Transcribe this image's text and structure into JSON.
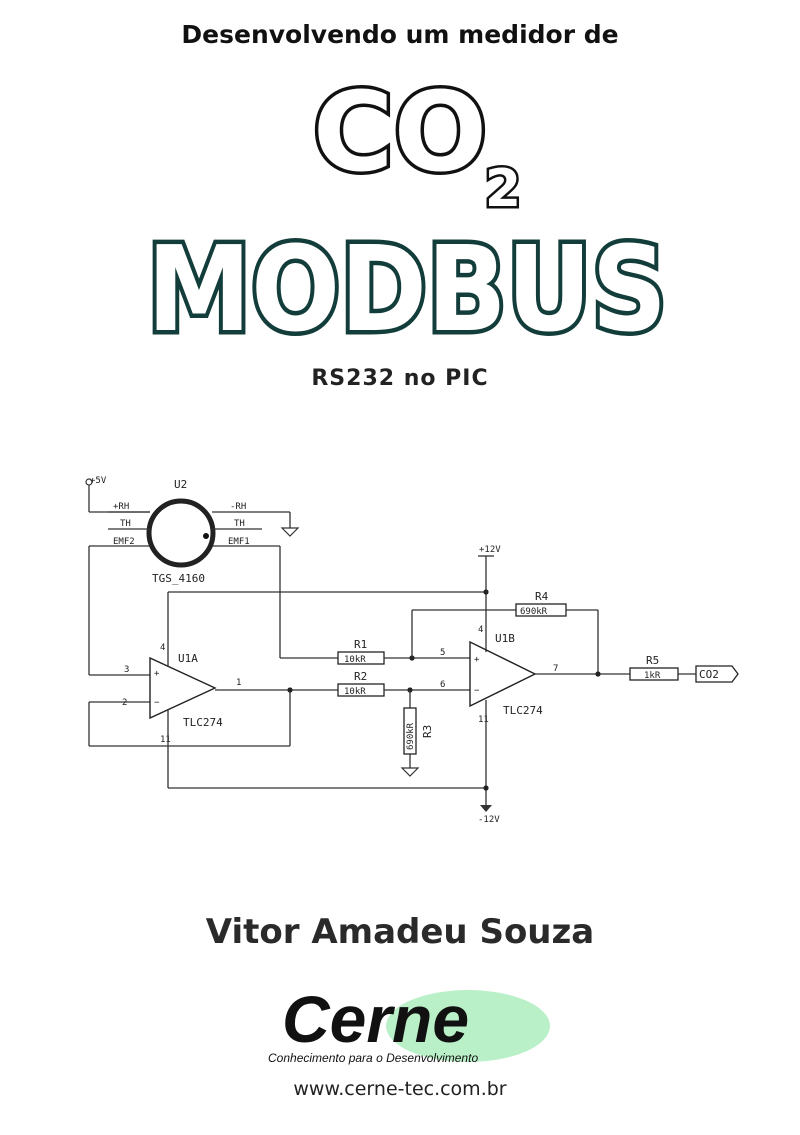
{
  "cover": {
    "subtitle_top": "Desenvolvendo um medidor de",
    "co2_main": "CO",
    "co2_sub": "2",
    "modbus": "MODBUS",
    "tagline": "RS232 no PIC",
    "author": "Vitor Amadeu Souza"
  },
  "publisher": {
    "name": "Cerne",
    "slogan": "Conhecimento para o Desenvolvimento",
    "website": "www.cerne-tec.com.br",
    "accent_color": "#b9f0c8"
  },
  "schematic": {
    "sensor_ref": "U2",
    "sensor_part": "TGS_4160",
    "sensor_pins": {
      "p_rh": "+RH",
      "m_rh": "-RH",
      "th_left": "TH",
      "th_right": "TH",
      "emf2": "EMF2",
      "emf1": "EMF1"
    },
    "supply_5v": "+5V",
    "supply_12v": "+12V",
    "supply_m12v": "-12V",
    "opamp_a_ref": "U1A",
    "opamp_a_part": "TLC274",
    "opamp_b_ref": "U1B",
    "opamp_b_part": "TLC274",
    "r1_ref": "R1",
    "r1_val": "10kR",
    "r2_ref": "R2",
    "r2_val": "10kR",
    "r3_ref": "R3",
    "r3_val": "690kR",
    "r4_ref": "R4",
    "r4_val": "690kR",
    "r5_ref": "R5",
    "r5_val": "1kR",
    "output_label": "CO2",
    "pins": {
      "a_in_plus": "3",
      "a_in_minus": "2",
      "a_out": "1",
      "a_vplus": "4",
      "a_vminus": "11",
      "b_in_plus": "5",
      "b_in_minus": "6",
      "b_out": "7",
      "b_vplus": "4",
      "b_vminus": "11"
    }
  }
}
